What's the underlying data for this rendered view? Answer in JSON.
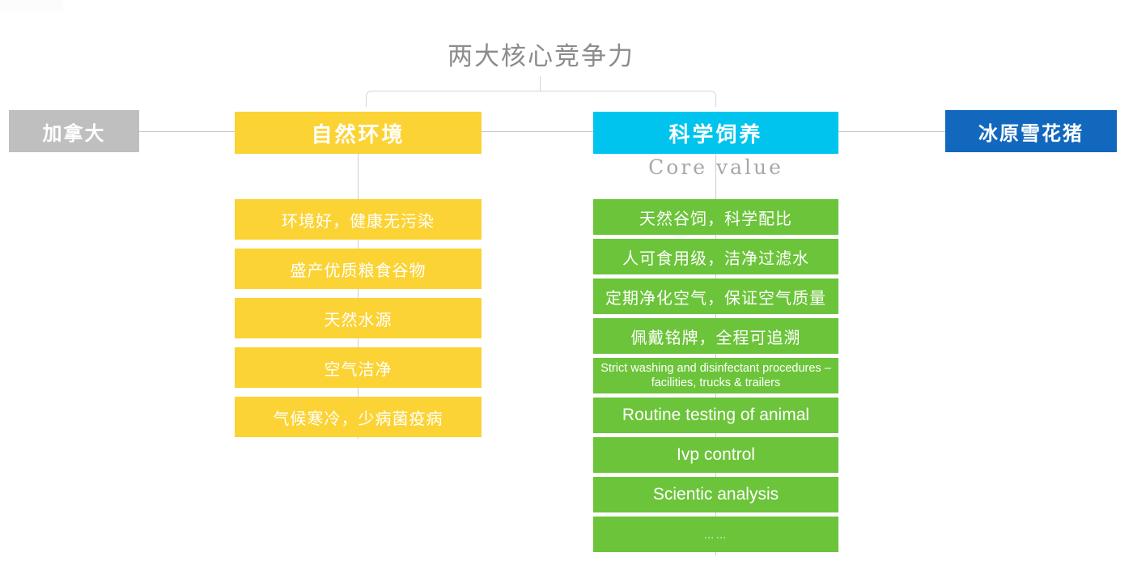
{
  "headline": "两大核心竞争力",
  "nodes": {
    "origin": "加拿大",
    "pillar_left": "自然环境",
    "pillar_right": "科学饲养",
    "pillar_right_caption": "Core value",
    "product": "冰原雪花猪"
  },
  "colors": {
    "gray": "#bfbfbf",
    "yellow": "#fbd335",
    "cyan": "#00c4ed",
    "green": "#6cc43a",
    "blue": "#1168bd",
    "line": "#cccccc",
    "headline_text": "#8c8c8c",
    "caption_text": "#a8a8a8"
  },
  "left_column": {
    "items": [
      "环境好，健康无污染",
      "盛产优质粮食谷物",
      "天然水源",
      "空气洁净",
      "气候寒冷，少病菌疫病"
    ]
  },
  "right_column": {
    "items": [
      {
        "text": "天然谷饲，科学配比",
        "style": "cjk"
      },
      {
        "text": "人可食用级，洁净过滤水",
        "style": "cjk"
      },
      {
        "text": "定期净化空气，保证空气质量",
        "style": "cjk"
      },
      {
        "text": "佩戴铭牌，全程可追溯",
        "style": "cjk"
      },
      {
        "text": "Strict washing and disinfectant procedures – facilities, trucks & trailers",
        "style": "small"
      },
      {
        "text": "Routine testing of animal",
        "style": "latin"
      },
      {
        "text": "Ivp control",
        "style": "latin"
      },
      {
        "text": "Scientic analysis",
        "style": "latin"
      },
      {
        "text": "……",
        "style": "dots"
      }
    ]
  }
}
